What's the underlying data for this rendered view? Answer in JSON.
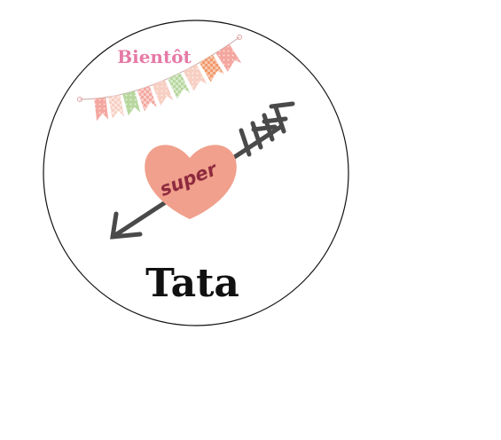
{
  "badge": {
    "top_text": "Bientôt",
    "heart_text": "super",
    "name_text": "Tata"
  },
  "colors": {
    "top_text": "#e67aa6",
    "heart_fill": "#f0a08c",
    "heart_text": "#8e2a3e",
    "arrow": "#4a4a4a",
    "name_text": "#111111",
    "circle_stroke": "#111111",
    "bunting_flags": [
      "#f4a7a0",
      "#f7cfc3",
      "#b7d79e",
      "#f4a7a0",
      "#f7cfc3",
      "#b7d79e",
      "#f7cfc3",
      "#f29a6c",
      "#f4a7a0"
    ]
  },
  "icons": [
    "bunting-garland",
    "heart-icon",
    "arrow-icon"
  ]
}
